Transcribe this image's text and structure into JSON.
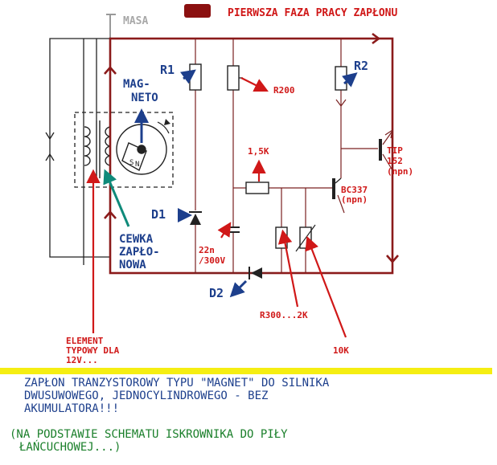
{
  "title": "PIERWSZA FAZA PRACY ZAPŁONU",
  "masa": "MASA",
  "labels": {
    "r1": "R1",
    "r2": "R2",
    "r200": "R200",
    "mag_1": "MAG-",
    "mag_2": "NETO",
    "r15k": "1,5K",
    "tip_1": "TIP",
    "tip_2": "152",
    "tip_3": "(npn)",
    "bc_1": "BC337",
    "bc_2": "(npn)",
    "d1": "D1",
    "d2": "D2",
    "cewka_1": "CEWKA",
    "cewka_2": "ZAPŁO-",
    "cewka_3": "NOWA",
    "cap_1": "22n",
    "cap_2": "/300V",
    "r300": "R300...2K",
    "k10": "10K",
    "elem_1": "ELEMENT",
    "elem_2": "TYPOWY DLA",
    "elem_3": "12V..."
  },
  "caption": {
    "line1": "ZAPŁON TRANZYSTOROWY TYPU \"MAGNET\" DO SILNIKA",
    "line2": "DWUSUWOWEGO, JEDNOCYLINDROWEGO - BEZ",
    "line3": "AKUMULATORA!!!",
    "note1": "(NA PODSTAWIE SCHEMATU ISKROWNIKA DO PIŁY",
    "note2": "ŁAŃCUCHOWEJ...)"
  },
  "colors": {
    "circuit_red": "#8b1a1a",
    "label_red": "#d01818",
    "label_blue": "#1d3f8c",
    "teal": "#0f8a7a",
    "yellow_bar": "#f5ee12",
    "caption_blue": "#1d3f8c",
    "caption_green": "#1a7f2a"
  }
}
